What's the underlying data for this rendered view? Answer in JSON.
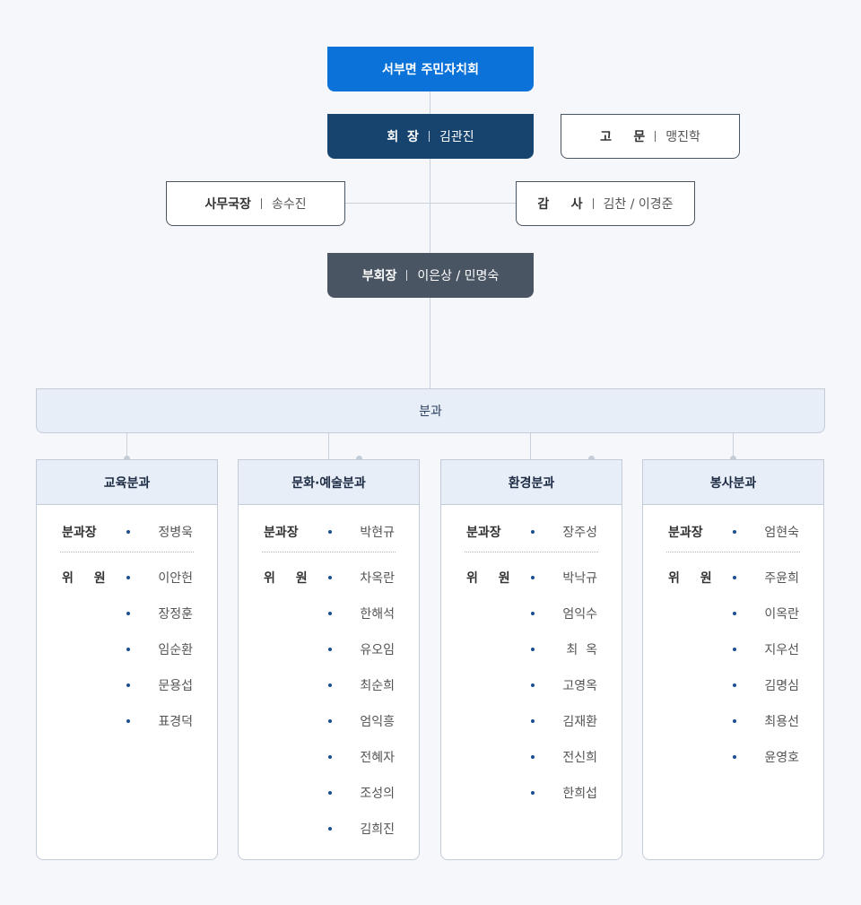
{
  "council": {
    "title": "서부면 주민자치회",
    "president": {
      "role": "회  장",
      "name": "김관진"
    },
    "advisor": {
      "role": "고     문",
      "name": "맹진학"
    },
    "secretary": {
      "role": "사무국장",
      "name": "송수진"
    },
    "auditor": {
      "role": "감     사",
      "name": "김찬 / 이경준"
    },
    "vice_president": {
      "role": "부회장",
      "name": "이은상 / 민명숙"
    },
    "division_label": "분과"
  },
  "subcommittees": [
    {
      "title": "교육분과",
      "head_label": "분과장",
      "head": "정병욱",
      "member_label": "위 원",
      "members": [
        "이안헌",
        "장정훈",
        "임순환",
        "문용섭",
        "표경덕"
      ]
    },
    {
      "title": "문화·예술분과",
      "head_label": "분과장",
      "head": "박현규",
      "member_label": "위 원",
      "members": [
        "차옥란",
        "한해석",
        "유오임",
        "최순희",
        "엄익흥",
        "전혜자",
        "조성의",
        "김희진"
      ]
    },
    {
      "title": "환경분과",
      "head_label": "분과장",
      "head": "장주성",
      "member_label": "위 원",
      "members": [
        "박낙규",
        "엄익수",
        "최  옥",
        "고영옥",
        "김재환",
        "전신희",
        "한희섭"
      ]
    },
    {
      "title": "봉사분과",
      "head_label": "분과장",
      "head": "엄현숙",
      "member_label": "위 원",
      "members": [
        "주윤희",
        "이옥란",
        "지우선",
        "김명심",
        "최용선",
        "윤영호"
      ]
    }
  ],
  "colors": {
    "top": "#0a72d8",
    "president": "#17436f",
    "vice_president": "#4a5563",
    "division_bg": "#e8eef7",
    "bullet": "#1b4f8f"
  }
}
